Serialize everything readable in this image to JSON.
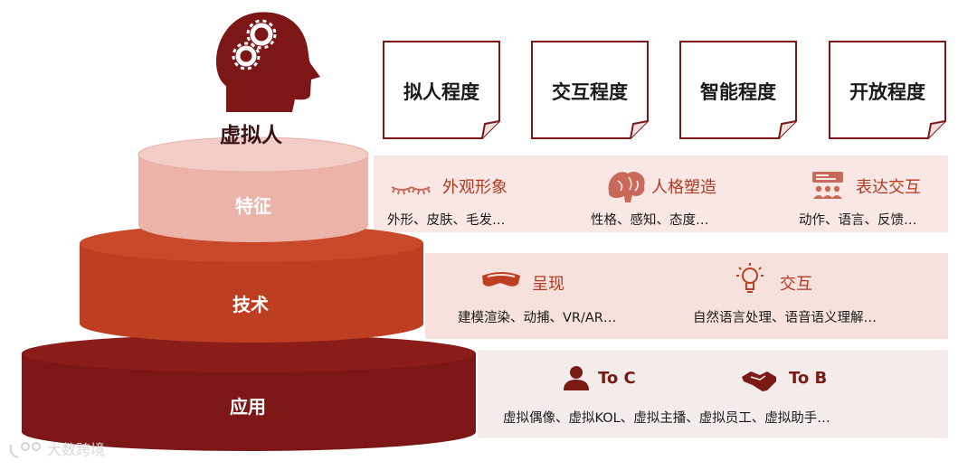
{
  "top": {
    "title": "虚拟人"
  },
  "dimensions": [
    "拟人程度",
    "交互程度",
    "智能程度",
    "开放程度"
  ],
  "tiers": {
    "features": {
      "label": "特征",
      "items": [
        {
          "icon": "eyelashes-icon",
          "title": "外观形象",
          "desc": "外形、皮肤、毛发…"
        },
        {
          "icon": "brain-icon",
          "title": "人格塑造",
          "desc": "性格、感知、态度…"
        },
        {
          "icon": "audience-presentation-icon",
          "title": "表达交互",
          "desc": "动作、语言、反馈…"
        }
      ]
    },
    "technology": {
      "label": "技术",
      "items": [
        {
          "icon": "vr-goggles-icon",
          "title": "呈现",
          "desc": "建模渲染、动捕、VR/AR…"
        },
        {
          "icon": "lightbulb-icon",
          "title": "交互",
          "desc": "自然语言处理、语音语义理解…"
        }
      ]
    },
    "application": {
      "label": "应用",
      "items": [
        {
          "icon": "person-icon",
          "title": "To C",
          "desc": ""
        },
        {
          "icon": "handshake-icon",
          "title": "To B",
          "desc": ""
        }
      ],
      "desc": "虚拟偶像、虚拟KOL、虚拟主播、虚拟员工、虚拟助手…"
    }
  },
  "watermark": "大数跨境",
  "colors": {
    "top": "#ebb3a9",
    "middle": "#bd3e21",
    "bottom": "#7d1616",
    "band1": "#f8e7e4",
    "band2": "#f6e1dc",
    "band3": "#f3eceb",
    "accent": "#b23a20"
  }
}
